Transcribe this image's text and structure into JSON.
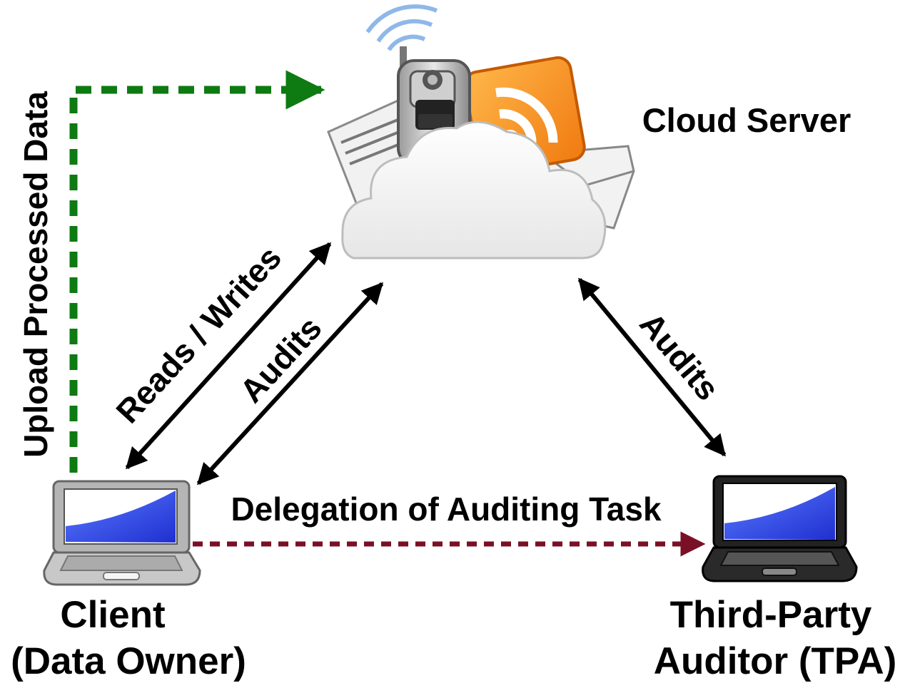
{
  "nodes": {
    "cloud": {
      "label": "Cloud Server",
      "icon": "cloud-server-icon"
    },
    "client": {
      "label_line1": "Client",
      "label_line2": "(Data Owner)",
      "icon": "laptop-icon"
    },
    "tpa": {
      "label_line1": "Third-Party",
      "label_line2": "Auditor (TPA)",
      "icon": "laptop-icon"
    }
  },
  "edges": {
    "upload": {
      "label": "Upload Processed Data",
      "color": "#0d7a12",
      "style": "dashed"
    },
    "reads_writes": {
      "label": "Reads / Writes",
      "color": "#000000",
      "style": "solid-bidirectional"
    },
    "client_audits": {
      "label": "Audits",
      "color": "#000000",
      "style": "solid-bidirectional"
    },
    "tpa_audits": {
      "label": "Audits",
      "color": "#000000",
      "style": "solid-bidirectional"
    },
    "delegation": {
      "label": "Delegation of Auditing Task",
      "color": "#7a1026",
      "style": "dashed"
    }
  }
}
